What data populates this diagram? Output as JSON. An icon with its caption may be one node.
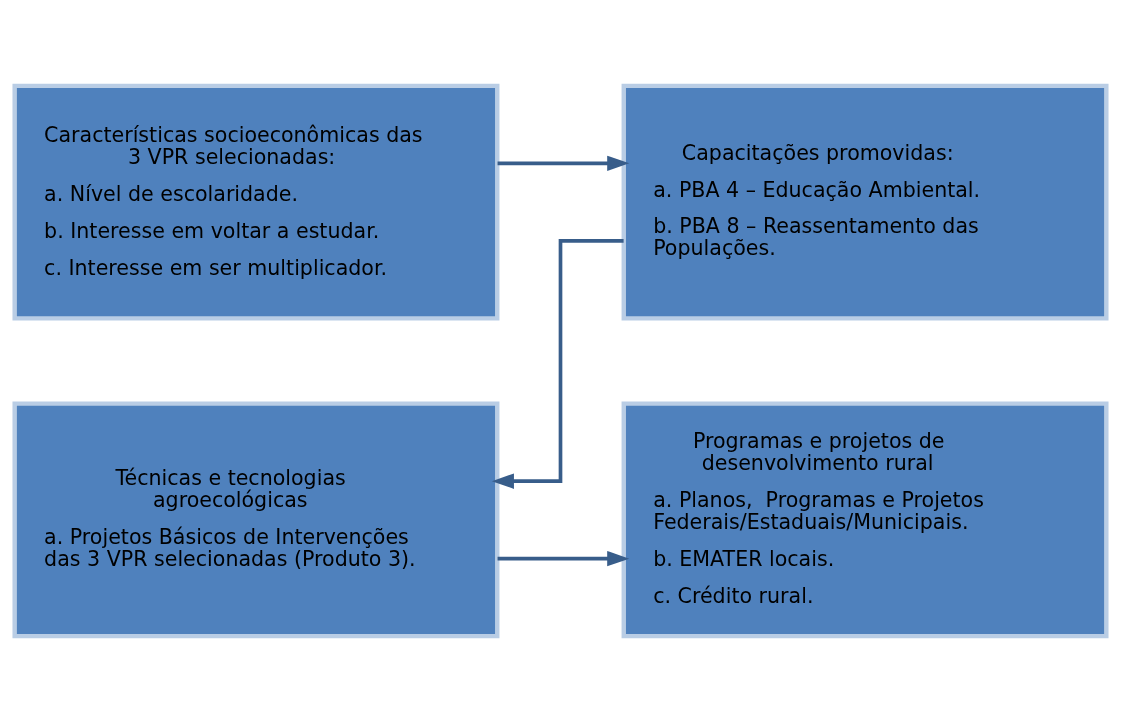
{
  "diagram": {
    "nodes": [
      {
        "text": [
          "Características socioeconômicas das 3 VPR selecionadas:",
          "a. Nível de escolaridade.",
          "b. Interesse em voltar a estudar.",
          "c. Interesse em ser multiplicador."
        ]
      },
      {
        "text": [
          "Capacitações promovidas:",
          "a. PBA 4 – Educação Ambiental.",
          "b. PBA 8 – Reassentamento das Populações."
        ]
      },
      {
        "text": [
          "Técnicas e tecnologias agroecológicas",
          "a. Projetos Básicos de Intervenções das 3 VPR selecionadas (Produto 3)."
        ]
      },
      {
        "text": [
          "Programas e projetos de desenvolvimento rural",
          "a. Planos,  Programas e Projetos Federais/Estaduais/Municipais.",
          "b. EMATER locais.",
          "c. Crédito rural."
        ]
      }
    ],
    "edges": [
      {
        "from": 0,
        "to": 1,
        "arrow": "to"
      },
      {
        "from": 1,
        "to": 2,
        "arrow": "to"
      },
      {
        "from": 2,
        "to": 3,
        "arrow": "to"
      }
    ]
  }
}
